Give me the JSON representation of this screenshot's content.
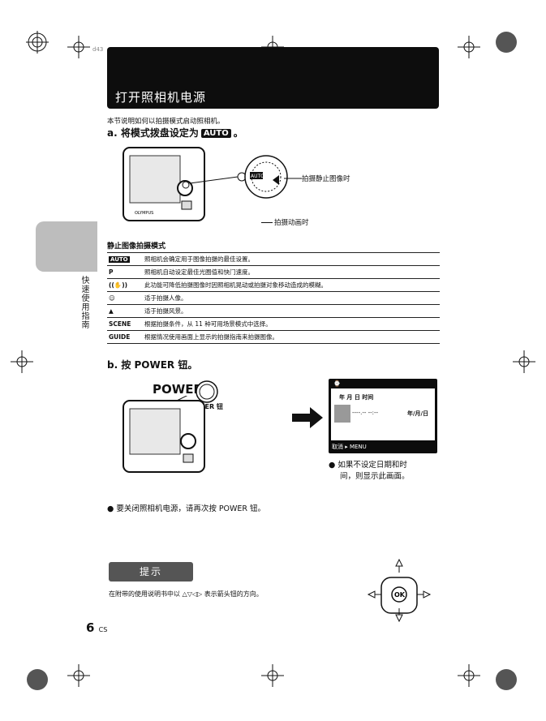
{
  "header": {
    "title": "打开照相机电源",
    "code": "d43"
  },
  "intro": "本节说明如何以拍摄模式启动照相机。",
  "step_a": {
    "prefix": "a.  将模式拨盘设定为",
    "badge": "AUTO",
    "suffix": "。"
  },
  "callouts": {
    "still": "拍摄静止图像时",
    "movie": "拍摄动画时"
  },
  "camera_brand": "OLYMPUS",
  "dial_label": "AUTO",
  "section_title": "静止图像拍摄模式",
  "modes": [
    {
      "icon": "AUTO",
      "desc": "照相机会确定用于图像拍摄的最佳设置。"
    },
    {
      "icon": "P",
      "desc": "照相机自动设定最佳光圈值和快门速度。"
    },
    {
      "icon": "((✋))",
      "desc": "此功能可降低拍摄图像时因照相机晃动或拍摄对象移动造成的模糊。"
    },
    {
      "icon": "☺",
      "desc": "适于拍摄人像。"
    },
    {
      "icon": "▲",
      "desc": "适于拍摄风景。"
    },
    {
      "icon": "SCENE",
      "desc": "根据拍摄条件，从 11 种可用场景模式中选择。"
    },
    {
      "icon": "GUIDE",
      "desc": "根据情况使用画面上显示的拍摄指南来拍摄图像。"
    }
  ],
  "side_tab": "快速使用指南",
  "step_b": "b.  按 POWER 钮。",
  "power": {
    "big": "POWER",
    "label": "POWER 钮"
  },
  "screen": {
    "header": "年  月  日  时间",
    "values": "----.-- --:--",
    "format": "年/月/日",
    "footer": "取消 ▸ MENU"
  },
  "screen_note": [
    "如果不设定日期和时",
    "间，则显示此画面。"
  ],
  "power_off_note": "要关闭照相机电源，请再次按 POWER 钮。",
  "hint": {
    "title": "提示",
    "text": "在附带的使用说明书中以 △▽◁▷ 表示箭头钮的方向。"
  },
  "ok_label": "OK",
  "page": {
    "number": "6",
    "suffix": "CS"
  }
}
